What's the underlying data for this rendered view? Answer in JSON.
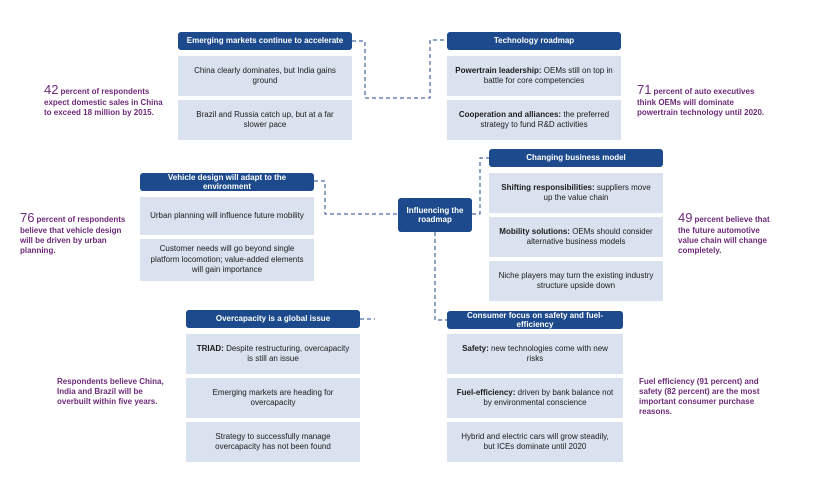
{
  "center": {
    "label": "Influencing the roadmap"
  },
  "sections": {
    "emerging": {
      "title": "Emerging markets continue to accelerate",
      "items": [
        {
          "text": "China clearly dominates, but India gains ground"
        },
        {
          "text": "Brazil and Russia catch up, but at a far slower pace"
        }
      ]
    },
    "technology": {
      "title": "Technology roadmap",
      "items": [
        {
          "lead": "Powertrain leadership:",
          "text": "OEMs still on top in battle for core competencies"
        },
        {
          "lead": "Cooperation and alliances:",
          "text": "the preferred strategy to fund R&D activities"
        }
      ]
    },
    "vehicle": {
      "title": "Vehicle design will adapt to the environment",
      "items": [
        {
          "text": "Urban planning will influence future mobility"
        },
        {
          "text": "Customer needs will go beyond single platform locomotion; value-added elements will gain importance"
        }
      ]
    },
    "business": {
      "title": "Changing business model",
      "items": [
        {
          "lead": "Shifting responsibilities:",
          "text": "suppliers move up the value chain"
        },
        {
          "lead": "Mobility solutions:",
          "text": "OEMs should consider alternative business models"
        },
        {
          "text": "Niche players may turn the existing industry structure upside down"
        }
      ]
    },
    "overcapacity": {
      "title": "Overcapacity is a global issue",
      "items": [
        {
          "lead": "TRIAD:",
          "text": "Despite restructuring, overcapacity is still an issue"
        },
        {
          "text": "Emerging markets are heading for overcapacity"
        },
        {
          "text": "Strategy to successfully manage overcapacity has not been found"
        }
      ]
    },
    "consumer": {
      "title": "Consumer focus on safety and fuel-efficiency",
      "items": [
        {
          "lead": "Safety:",
          "text": "new technologies come with new risks"
        },
        {
          "lead": "Fuel-efficiency:",
          "text": "driven by bank balance not by environmental conscience"
        },
        {
          "text": "Hybrid and electric cars will grow steadily, but ICEs dominate until 2020"
        }
      ]
    }
  },
  "stats": {
    "emerging": {
      "number": "42",
      "text": "percent of respondents expect domestic sales in China to exceed 18 million by 2015."
    },
    "technology": {
      "number": "71",
      "text": "percent of auto executives think OEMs will dominate powertrain technology until 2020."
    },
    "vehicle": {
      "number": "76",
      "text": "percent of respondents believe that vehicle design will be driven by urban planning."
    },
    "business": {
      "number": "49",
      "text": "percent believe that the future automotive value chain will change completely."
    },
    "overcapacity": {
      "number": "",
      "text": "Respondents believe China, India and Brazil will be overbuilt within five years."
    },
    "consumer": {
      "number": "",
      "text": "Fuel efficiency (91 percent) and safety (82 percent) are the most important consumer purchase reasons."
    }
  },
  "colors": {
    "header": "#1c4a8c",
    "box": "#dbe2ef",
    "stat": "#6e2a7a",
    "connector": "#1c4a8c"
  }
}
